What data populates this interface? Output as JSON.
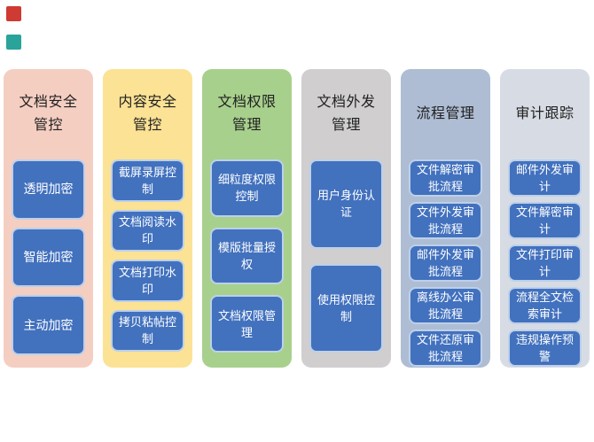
{
  "page": {
    "background": "#ffffff"
  },
  "decorations": {
    "red_square_color": "#cf3a32",
    "teal_square_color": "#2aa39b"
  },
  "palette": {
    "box_fill": "#4271be",
    "box_border": "#bcd0ea",
    "box_text": "#ffffff",
    "title_text": "#212121"
  },
  "columns": [
    {
      "id": "doc-security-control",
      "title": "文档安全\n管控",
      "bg": "#f5cec2",
      "items": [
        "透明加密",
        "智能加密",
        "主动加密"
      ]
    },
    {
      "id": "content-security-control",
      "title": "内容安全\n管控",
      "bg": "#fbe294",
      "items": [
        "截屏录屏控制",
        "文档阅读水印",
        "文档打印水印",
        "拷贝粘帖控制"
      ]
    },
    {
      "id": "doc-permission-mgmt",
      "title": "文档权限\n管理",
      "bg": "#a8d08d",
      "items": [
        "细粒度权限控制",
        "模版批量授权",
        "文档权限管理"
      ]
    },
    {
      "id": "doc-outgoing-mgmt",
      "title": "文档外发\n管理",
      "bg": "#d0cece",
      "items": [
        "用户身份认证",
        "使用权限控制"
      ]
    },
    {
      "id": "process-mgmt",
      "title": "流程管理",
      "bg": "#aebdd3",
      "items": [
        "文件解密审批流程",
        "文件外发审批流程",
        "邮件外发审批流程",
        "离线办公审批流程",
        "文件还原审批流程"
      ]
    },
    {
      "id": "audit-tracking",
      "title": "审计跟踪",
      "bg": "#d7dce4",
      "items": [
        "邮件外发审计",
        "文件解密审计",
        "文件打印审计",
        "流程全文检索审计",
        "违规操作预警"
      ]
    }
  ]
}
